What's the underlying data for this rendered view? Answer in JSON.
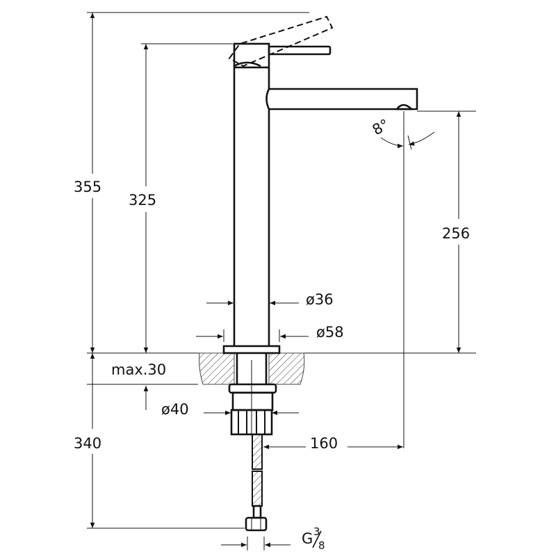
{
  "dimensions": {
    "total_height": "355",
    "lever_height": "325",
    "spout_height": "256",
    "column_diameter": "ø36",
    "base_diameter": "ø58",
    "max_counter_thickness": "max.30",
    "fixing_diameter": "ø40",
    "hose_length": "340",
    "spout_reach": "160",
    "connection_thread": "G",
    "connection_thread_num": "3",
    "connection_thread_den": "8",
    "spout_angle": "8°"
  }
}
